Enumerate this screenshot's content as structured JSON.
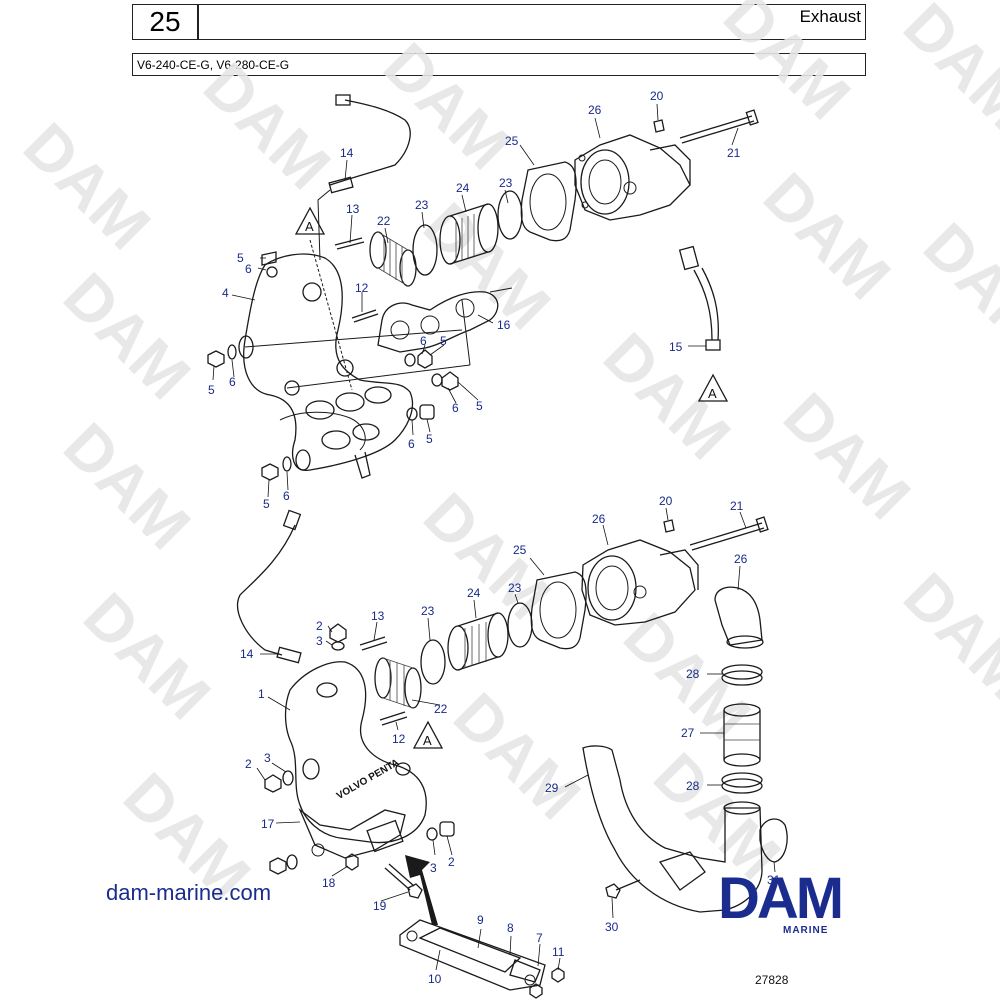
{
  "header": {
    "page_number": "25",
    "title": "Exhaust",
    "models": "V6-240-CE-G, V6-280-CE-G"
  },
  "watermark": "DAM",
  "footer": {
    "website": "dam-marine.com",
    "drawing_number": "27828",
    "logo_text": "DAM",
    "logo_subtext": "MARINE"
  },
  "colors": {
    "label": "#1a2a8a",
    "logo": "#1b2c8f",
    "line": "#1a1a1a"
  },
  "labels": {
    "l14a": "14",
    "l13a": "13",
    "l22a": "22",
    "l23a": "23",
    "l24a": "24",
    "l23b": "23",
    "l25a": "25",
    "l26a": "26",
    "l20a": "20",
    "l21a": "21",
    "l5a": "5",
    "l6a": "6",
    "l4": "4",
    "l12a": "12",
    "l16": "16",
    "l6b": "6",
    "l5b": "5",
    "l5c": "5",
    "l6c": "6",
    "l6d": "6",
    "l5d": "5",
    "l6e": "6",
    "l5e": "5",
    "l5f": "5",
    "l6f": "6",
    "l15": "15",
    "l20b": "20",
    "l21b": "21",
    "l26b": "26",
    "l25b": "25",
    "l26c": "26",
    "l23c": "23",
    "l24b": "24",
    "l23d": "23",
    "l2a": "2",
    "l3a": "3",
    "l13b": "13",
    "l14b": "14",
    "l1": "1",
    "l22b": "22",
    "l12b": "12",
    "l28a": "28",
    "l27": "27",
    "l28b": "28",
    "l29": "29",
    "l2b": "2",
    "l3b": "3",
    "l17": "17",
    "l3c": "3",
    "l2c": "2",
    "l18": "18",
    "l19": "19",
    "l9": "9",
    "l8": "8",
    "l7": "7",
    "l11": "11",
    "l10": "10",
    "l30": "30",
    "l31": "31"
  },
  "callouts": {
    "ref_a1": "A",
    "ref_a2": "A",
    "ref_a3": "A"
  }
}
